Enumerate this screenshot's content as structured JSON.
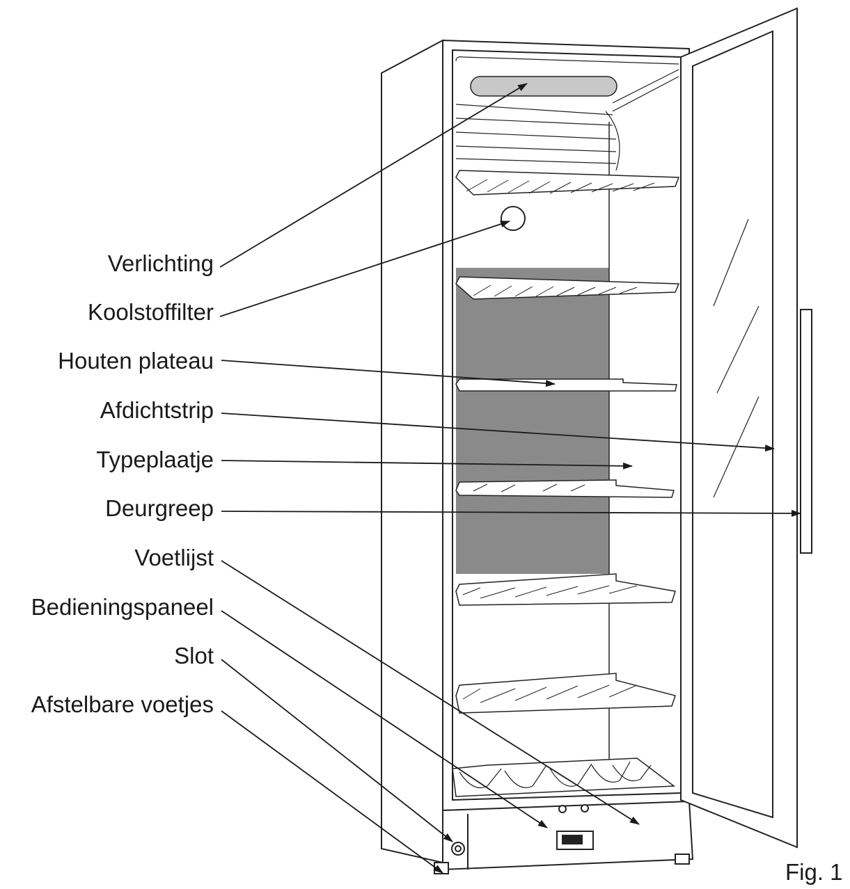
{
  "labels": {
    "verlichting": "Verlichting",
    "koolstoffilter": "Koolstoffilter",
    "houten_plateau": "Houten plateau",
    "afdichtstrip": "Afdichtstrip",
    "typeplaatje": "Typeplaatje",
    "deurgreep": "Deurgreep",
    "voetlijst": "Voetlijst",
    "bedieningspaneel": "Bedieningspaneel",
    "slot": "Slot",
    "afstelbare_voetjes": "Afstelbare voetjes"
  },
  "figure_caption": "Fig. 1"
}
